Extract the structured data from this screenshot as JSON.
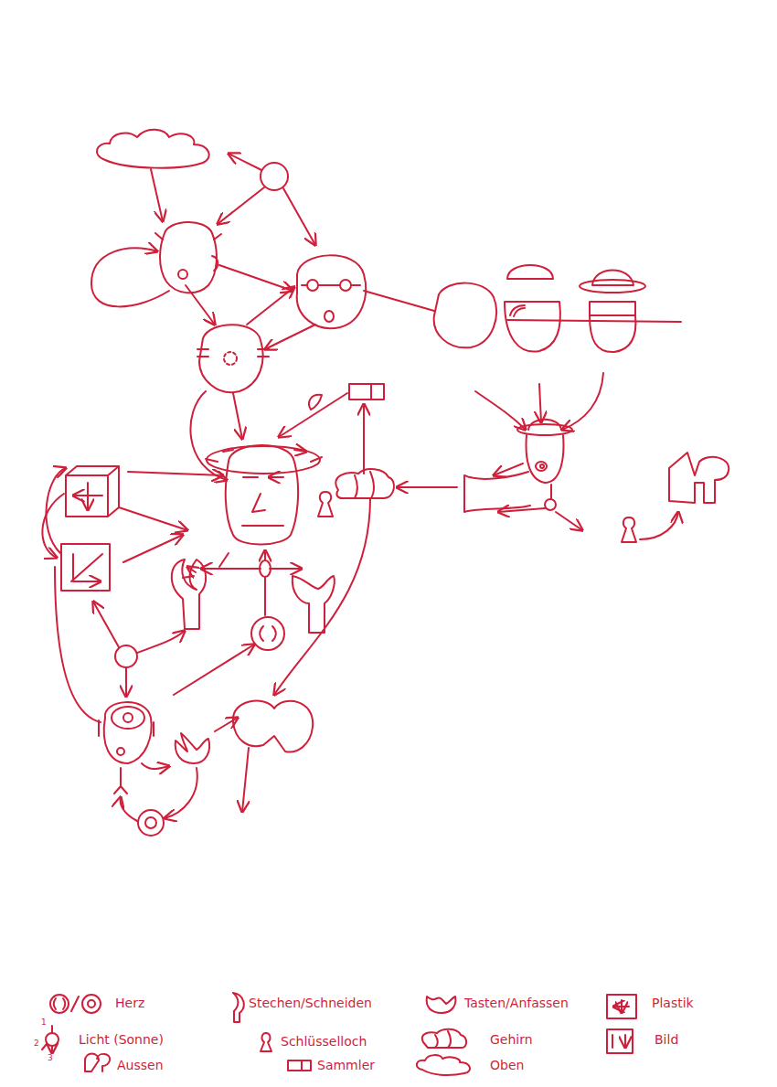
{
  "diagram": {
    "labels": [
      "1",
      "2",
      "3"
    ],
    "legend": [
      {
        "text": "Herz"
      },
      {
        "text": "Licht (Sonne)"
      },
      {
        "text": "Aussen"
      },
      {
        "text": "Stechen/Schneiden"
      },
      {
        "text": "Schlüsselloch"
      },
      {
        "text": "Sammler"
      },
      {
        "text": "Tasten/Anfassen"
      },
      {
        "text": "Gehirn"
      },
      {
        "text": "Oben"
      },
      {
        "text": "Plastik"
      },
      {
        "text": "Bild"
      }
    ]
  }
}
